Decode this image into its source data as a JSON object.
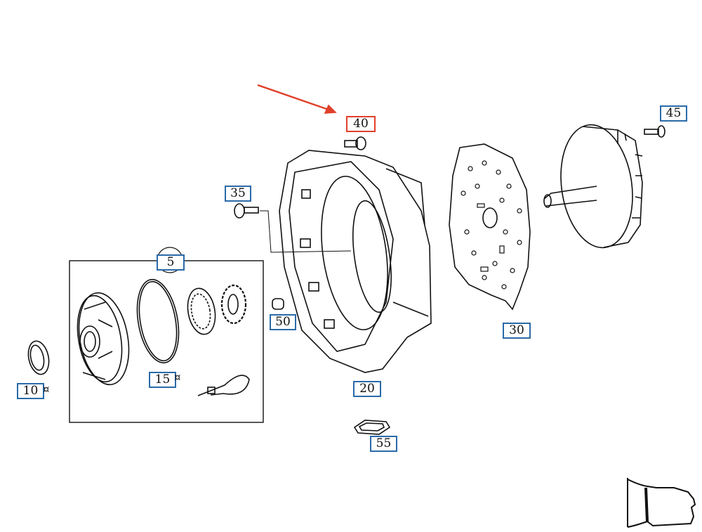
{
  "title": "Transmission front pump and housing exploded parts diagram",
  "highlight_color": "#e0402a",
  "label_color": "#2a6aa8",
  "callouts": {
    "p5": "5",
    "p10": "10",
    "p15": "15",
    "p20": "20",
    "p30": "30",
    "p35": "35",
    "p40": "40",
    "p45": "45",
    "p50": "50",
    "p55": "55"
  },
  "footnote_mark": "¤",
  "highlighted_part": "40"
}
